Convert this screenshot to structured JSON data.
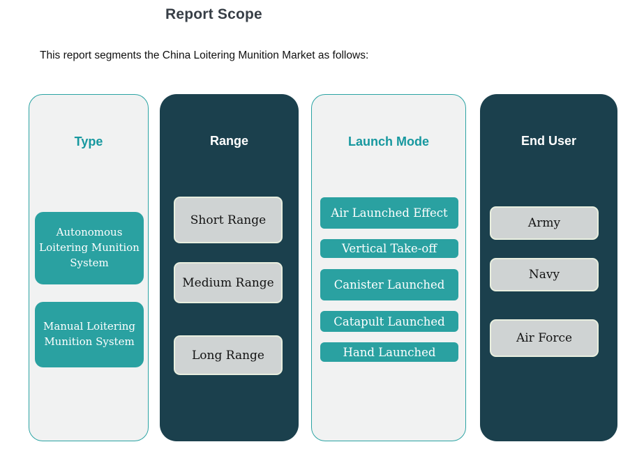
{
  "page": {
    "title": "Report Scope",
    "subtitle": "This report segments the China Loitering Munition Market as follows:"
  },
  "colors": {
    "accent_teal": "#2AA1A1",
    "header_teal": "#17989F",
    "dark_panel": "#1B404D",
    "light_panel": "#F1F2F2",
    "light_panel_border": "#2AA3A3",
    "gray_item": "#CFD3D3",
    "gray_item_border": "#E9EFDF",
    "item_dark_text": "#121212",
    "title_color": "#373E46",
    "subtitle_color": "#101010",
    "page_bg": "#FFFFFF"
  },
  "columns": [
    {
      "label": "Type",
      "theme": "light",
      "items": [
        "Autonomous Loitering Munition System",
        "Manual Loitering Munition System"
      ]
    },
    {
      "label": "Range",
      "theme": "dark",
      "items": [
        "Short Range",
        "Medium Range",
        "Long Range"
      ]
    },
    {
      "label": "Launch Mode",
      "theme": "light",
      "items": [
        "Air Launched Effect",
        "Vertical Take-off",
        "Canister Launched",
        "Catapult Launched",
        "Hand Launched"
      ]
    },
    {
      "label": "End User",
      "theme": "dark",
      "items": [
        "Army",
        "Navy",
        "Air Force"
      ]
    }
  ]
}
